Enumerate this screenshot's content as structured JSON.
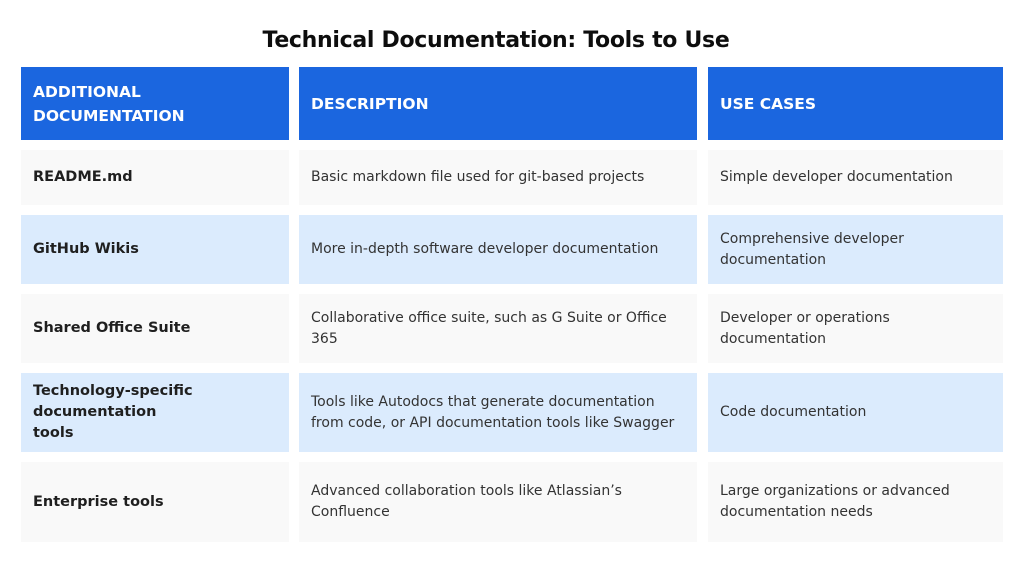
{
  "title": "Technical Documentation: Tools to Use",
  "colors": {
    "header_bg": "#1b66df",
    "row_gray": "#f9f9f9",
    "row_blue": "#dbebfd"
  },
  "table": {
    "headers": [
      "ADDITIONAL DOCUMENTATION",
      "DESCRIPTION",
      "USE CASES"
    ],
    "rows": [
      {
        "tool": "README.md",
        "description": "Basic markdown file used for git-based projects",
        "use_cases": "Simple developer documentation"
      },
      {
        "tool": "GitHub Wikis",
        "description": "More in-depth software developer documentation",
        "use_cases": "Comprehensive developer documentation"
      },
      {
        "tool": "Shared Office Suite",
        "description": "Collaborative office suite, such as G Suite or Office 365",
        "use_cases": "Developer or operations documentation"
      },
      {
        "tool": "Technology-specific documentation tools",
        "description": "Tools like Autodocs that generate documentation from code, or API documentation tools like Swagger",
        "use_cases": "Code documentation"
      },
      {
        "tool": "Enterprise tools",
        "description": "Advanced collaboration tools like Atlassian’s Confluence",
        "use_cases": "Large organizations or advanced documentation needs"
      }
    ]
  }
}
